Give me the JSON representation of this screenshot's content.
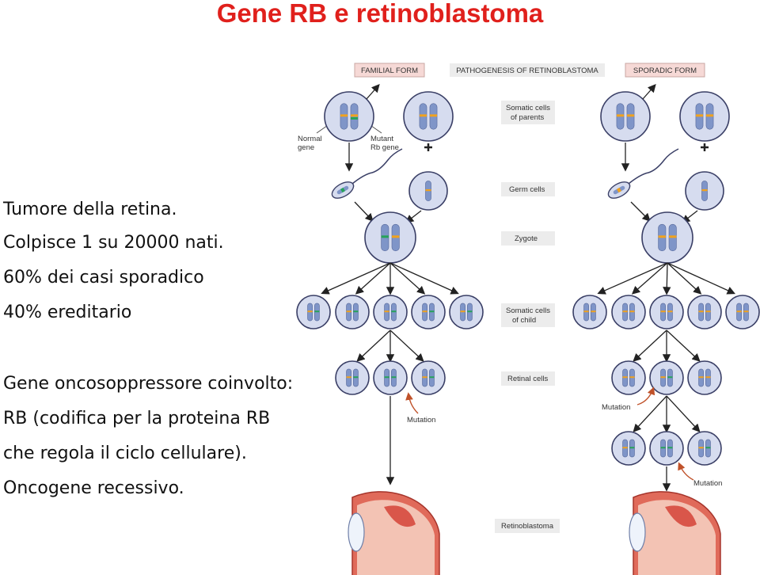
{
  "slide": {
    "title": "Gene RB e retinoblastoma",
    "lines": [
      "Tumore della retina.",
      "Colpisce 1 su 20000 nati.",
      "60% dei casi sporadico",
      "40% ereditario",
      "Gene oncosoppressore coinvolto:",
      "RB  (codifica  per  la  proteina  RB",
      "che regola il ciclo cellulare).",
      "Oncogene recessivo."
    ]
  },
  "figure": {
    "header_left": "FAMILIAL FORM",
    "header_center": "PATHOGENESIS OF RETINOBLASTOMA",
    "header_right": "SPORADIC FORM",
    "stage_somatic_parents": [
      "Somatic cells",
      "of parents"
    ],
    "stage_germ": "Germ cells",
    "stage_zygote": "Zygote",
    "stage_somatic_child": [
      "Somatic cells",
      "of child"
    ],
    "stage_retinal": "Retinal cells",
    "stage_retinoblastoma": "Retinoblastoma",
    "label_normal_gene": [
      "Normal",
      "gene"
    ],
    "label_mutant_gene": [
      "Mutant",
      "Rb gene"
    ],
    "label_mutation": "Mutation",
    "colors": {
      "cell_fill": "#d6dcef",
      "cell_stroke": "#3a3f66",
      "chromosome": "#7f95c8",
      "normal_band": "#f2a21c",
      "mutant_band": "#27a35a",
      "header_bg": "#f6d9d6",
      "label_bg": "#ececec",
      "title_red": "#e0201c"
    }
  }
}
